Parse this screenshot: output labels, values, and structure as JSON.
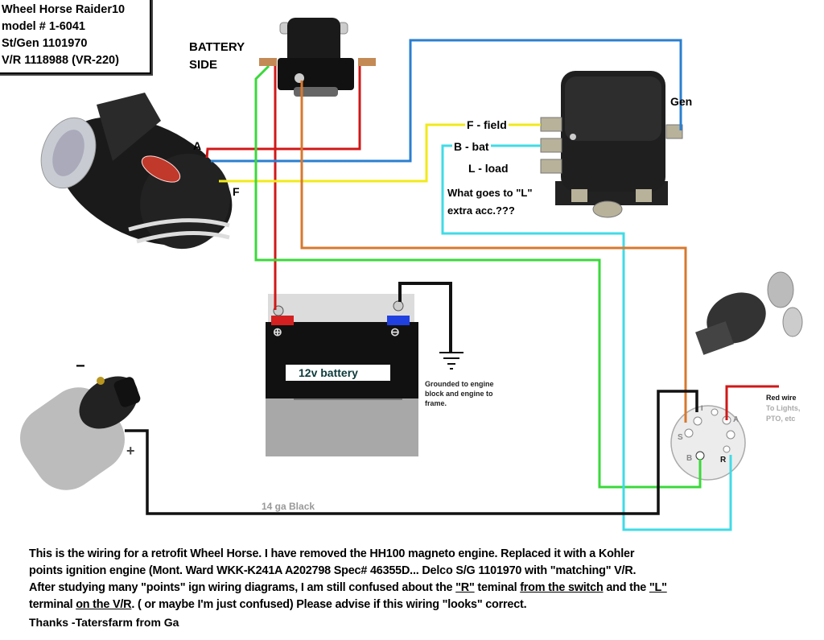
{
  "info_box": {
    "lines": [
      "Wheel Horse Raider10",
      "model #  1-6041",
      "St/Gen 1101970",
      "V/R 1118988 (VR-220)"
    ]
  },
  "labels": {
    "battery_side_1": "BATTERY",
    "battery_side_2": "SIDE",
    "gen_a": "A",
    "gen_f": "F",
    "vr_gen": "Gen",
    "vr_field": "F - field",
    "vr_bat": "B - bat",
    "vr_load": "L - load",
    "vr_question_1": "What goes to \"L\"",
    "vr_question_2": "extra acc.???",
    "battery_name": "12v battery",
    "ground_1": "Grounded to engine",
    "ground_2": "block and engine to",
    "ground_3": "frame.",
    "coil_minus": "−",
    "coil_plus": "+",
    "wire_14ga": "14 ga Black",
    "red_wire_1": "Red wire",
    "red_wire_2": "To Lights,",
    "red_wire_3": "PTO, etc",
    "switch_i": "I",
    "switch_a": "A",
    "switch_s": "S",
    "switch_b": "B",
    "switch_r": "R",
    "battery_plus": "⊕",
    "battery_minus": "⊖"
  },
  "description": {
    "line1": "This is the wiring for a retrofit Wheel Horse. I have removed the HH100 magneto engine. Replaced it with a Kohler",
    "line2": "points ignition engine (Mont. Ward  WKK-K241A  A202798  Spec# 46355D... Delco S/G 1101970 with \"matching\" V/R.",
    "line3a": "After studying many \"points\" ign wiring diagrams, I am still confused about the ",
    "line3b": "\"R\"",
    "line3c": " teminal ",
    "line3d": "from the switch",
    "line3e": " and the ",
    "line3f": "\"L\"",
    "line4a": "terminal ",
    "line4b": "on the V/R",
    "line4c": ". ( or maybe I'm just confused) Please advise if this wiring \"looks\" correct.",
    "thanks": "Thanks -Tatersfarm from Ga"
  },
  "wire_colors": {
    "red": "#d01818",
    "blue": "#2a7fd0",
    "yellow": "#f2ea1a",
    "green": "#3bd83b",
    "cyan": "#40dbe6",
    "orange": "#d8782e",
    "black": "#111111",
    "light_green": "#a8eaa0"
  }
}
